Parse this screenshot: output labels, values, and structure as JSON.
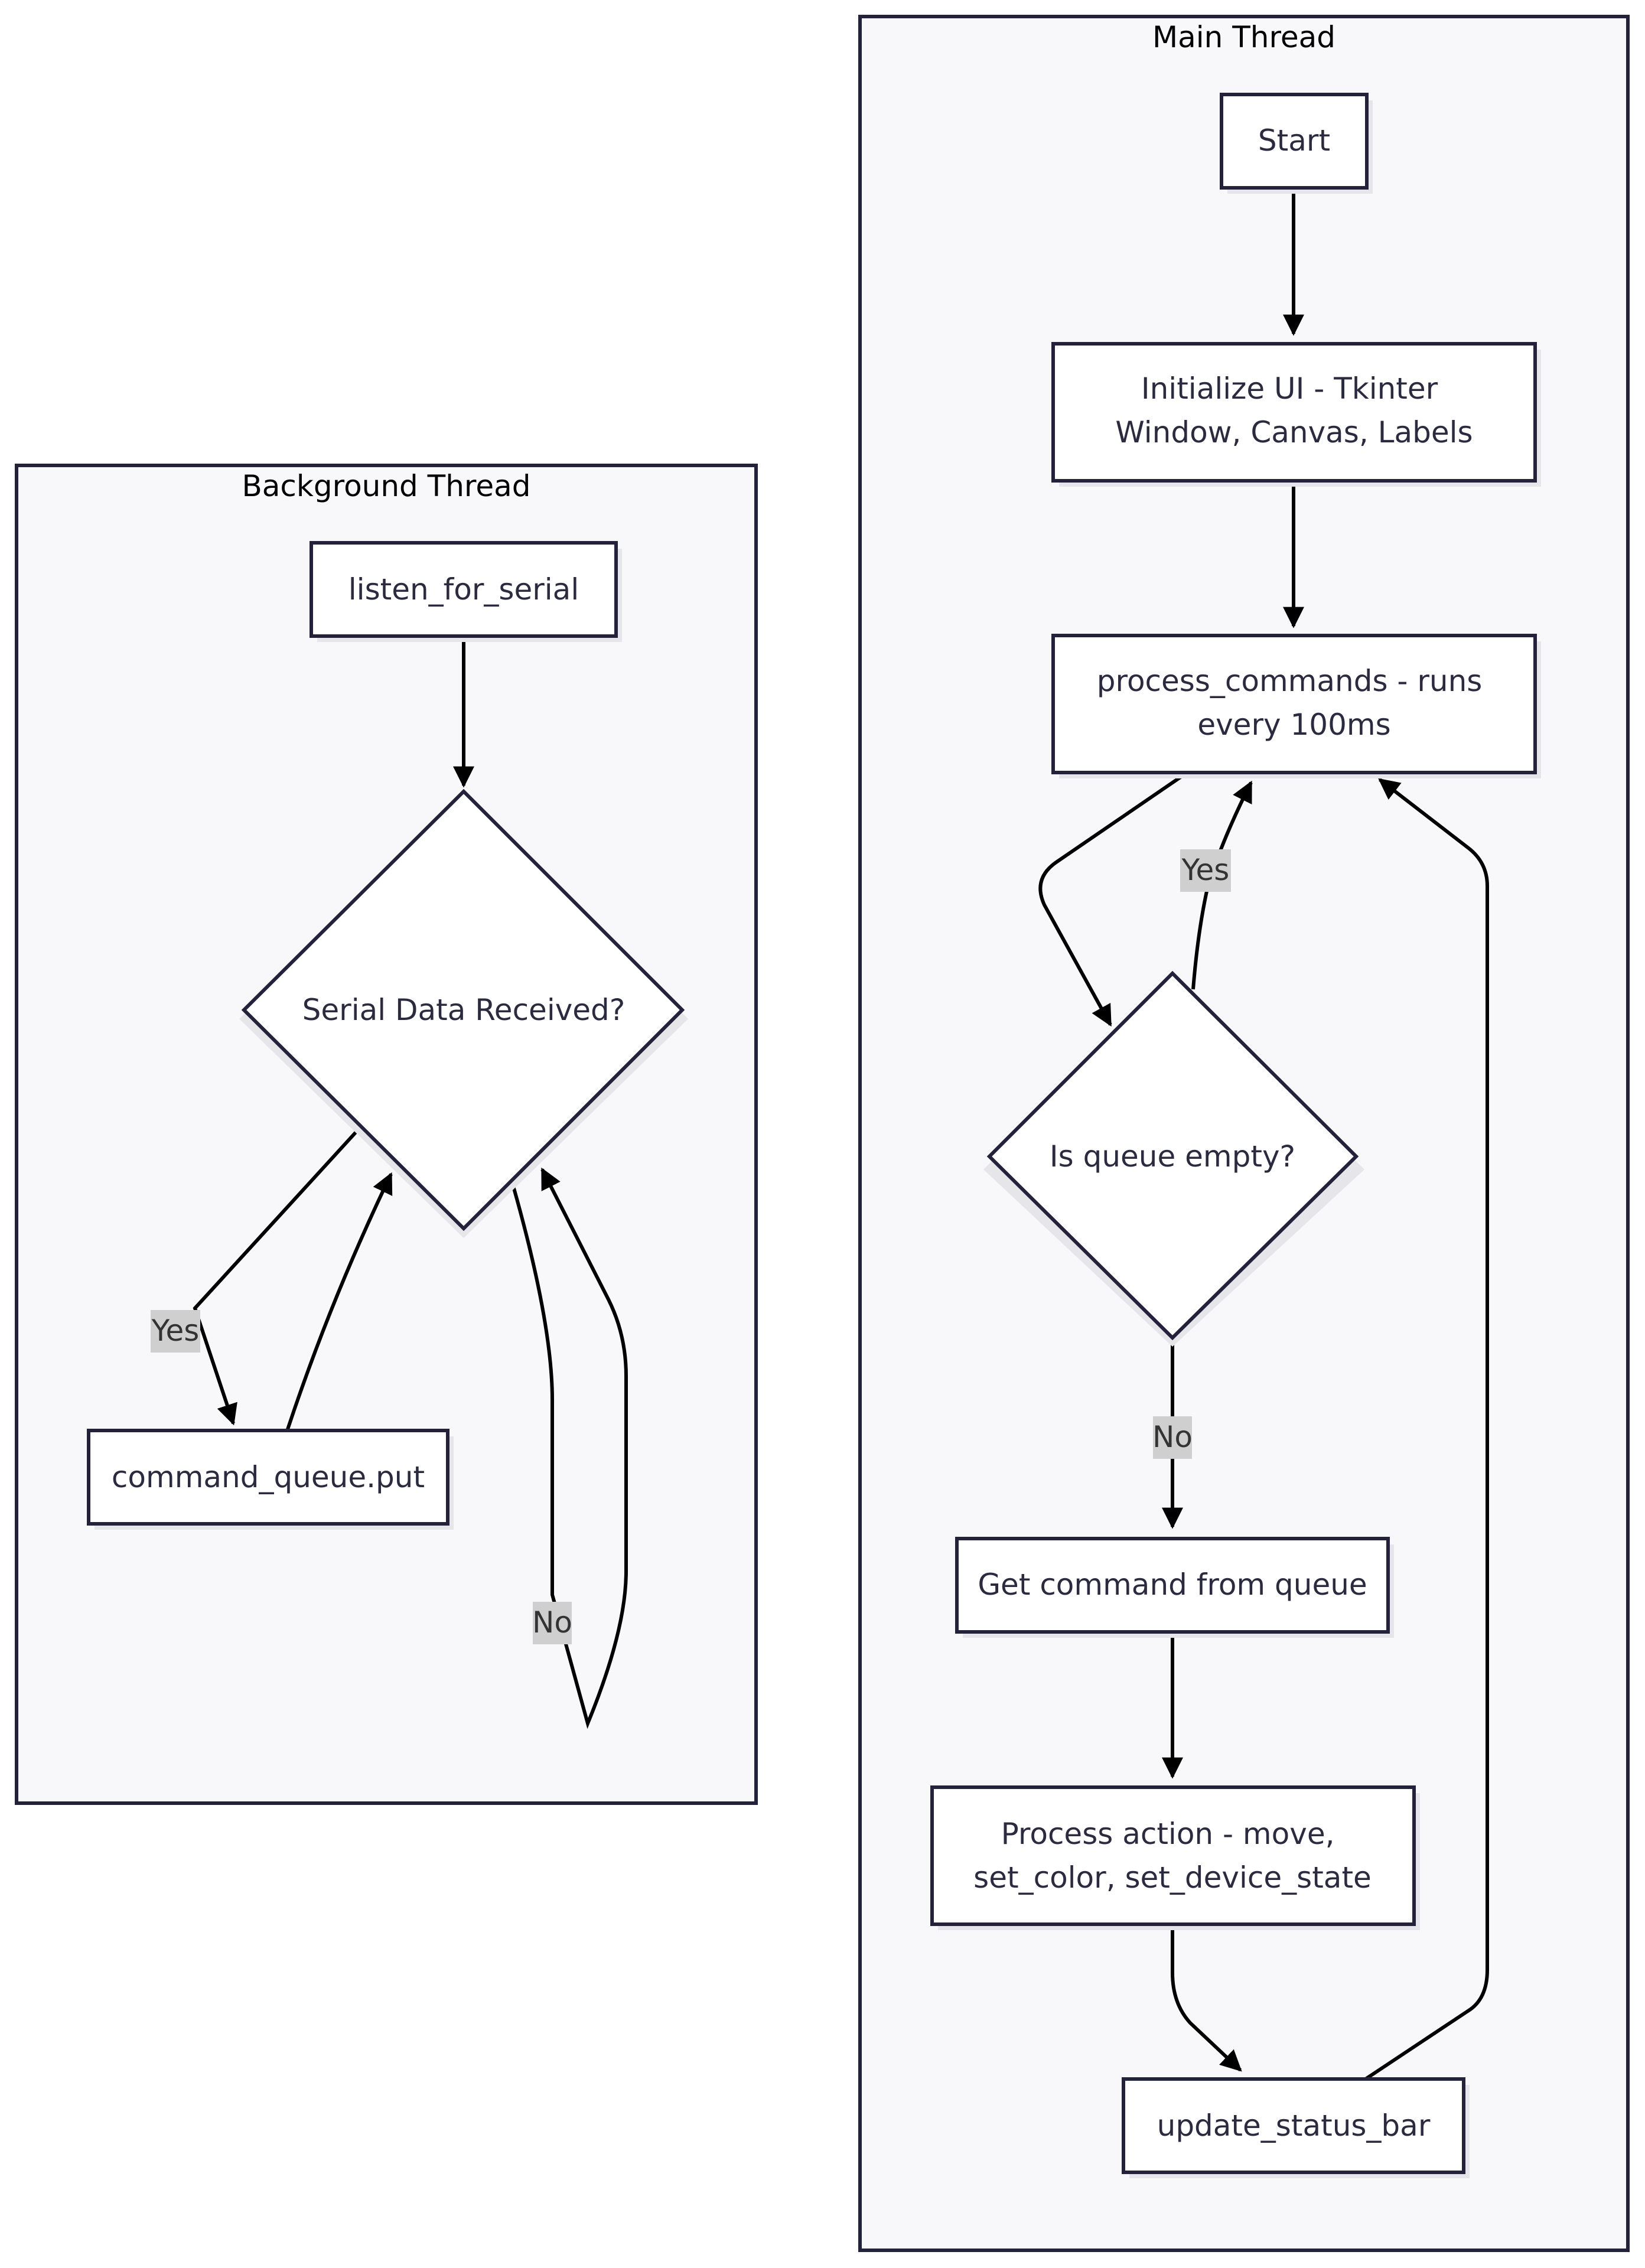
{
  "clusters": {
    "background": {
      "title": "Background Thread"
    },
    "main": {
      "title": "Main Thread"
    }
  },
  "nodes": {
    "listen": "listen_for_serial",
    "serial_received": "Serial Data Received?",
    "queue_put": "command_queue.put",
    "start": "Start",
    "init_ui": [
      "Initialize UI - Tkinter",
      "Window, Canvas, Labels"
    ],
    "process_commands": [
      "process_commands - runs",
      "every 100ms"
    ],
    "queue_empty": "Is queue empty?",
    "get_command": "Get command from queue",
    "process_action": [
      "Process action - move,",
      "set_color, set_device_state"
    ],
    "update_status": "update_status_bar"
  },
  "edge_labels": {
    "serial_yes": "Yes",
    "serial_no": "No",
    "queue_yes": "Yes",
    "queue_no": "No"
  },
  "colors": {
    "cluster_fill": "#f8f8fb",
    "stroke": "#23223a",
    "edge": "#000000",
    "edge_label_bg": "#cfcfcf"
  }
}
